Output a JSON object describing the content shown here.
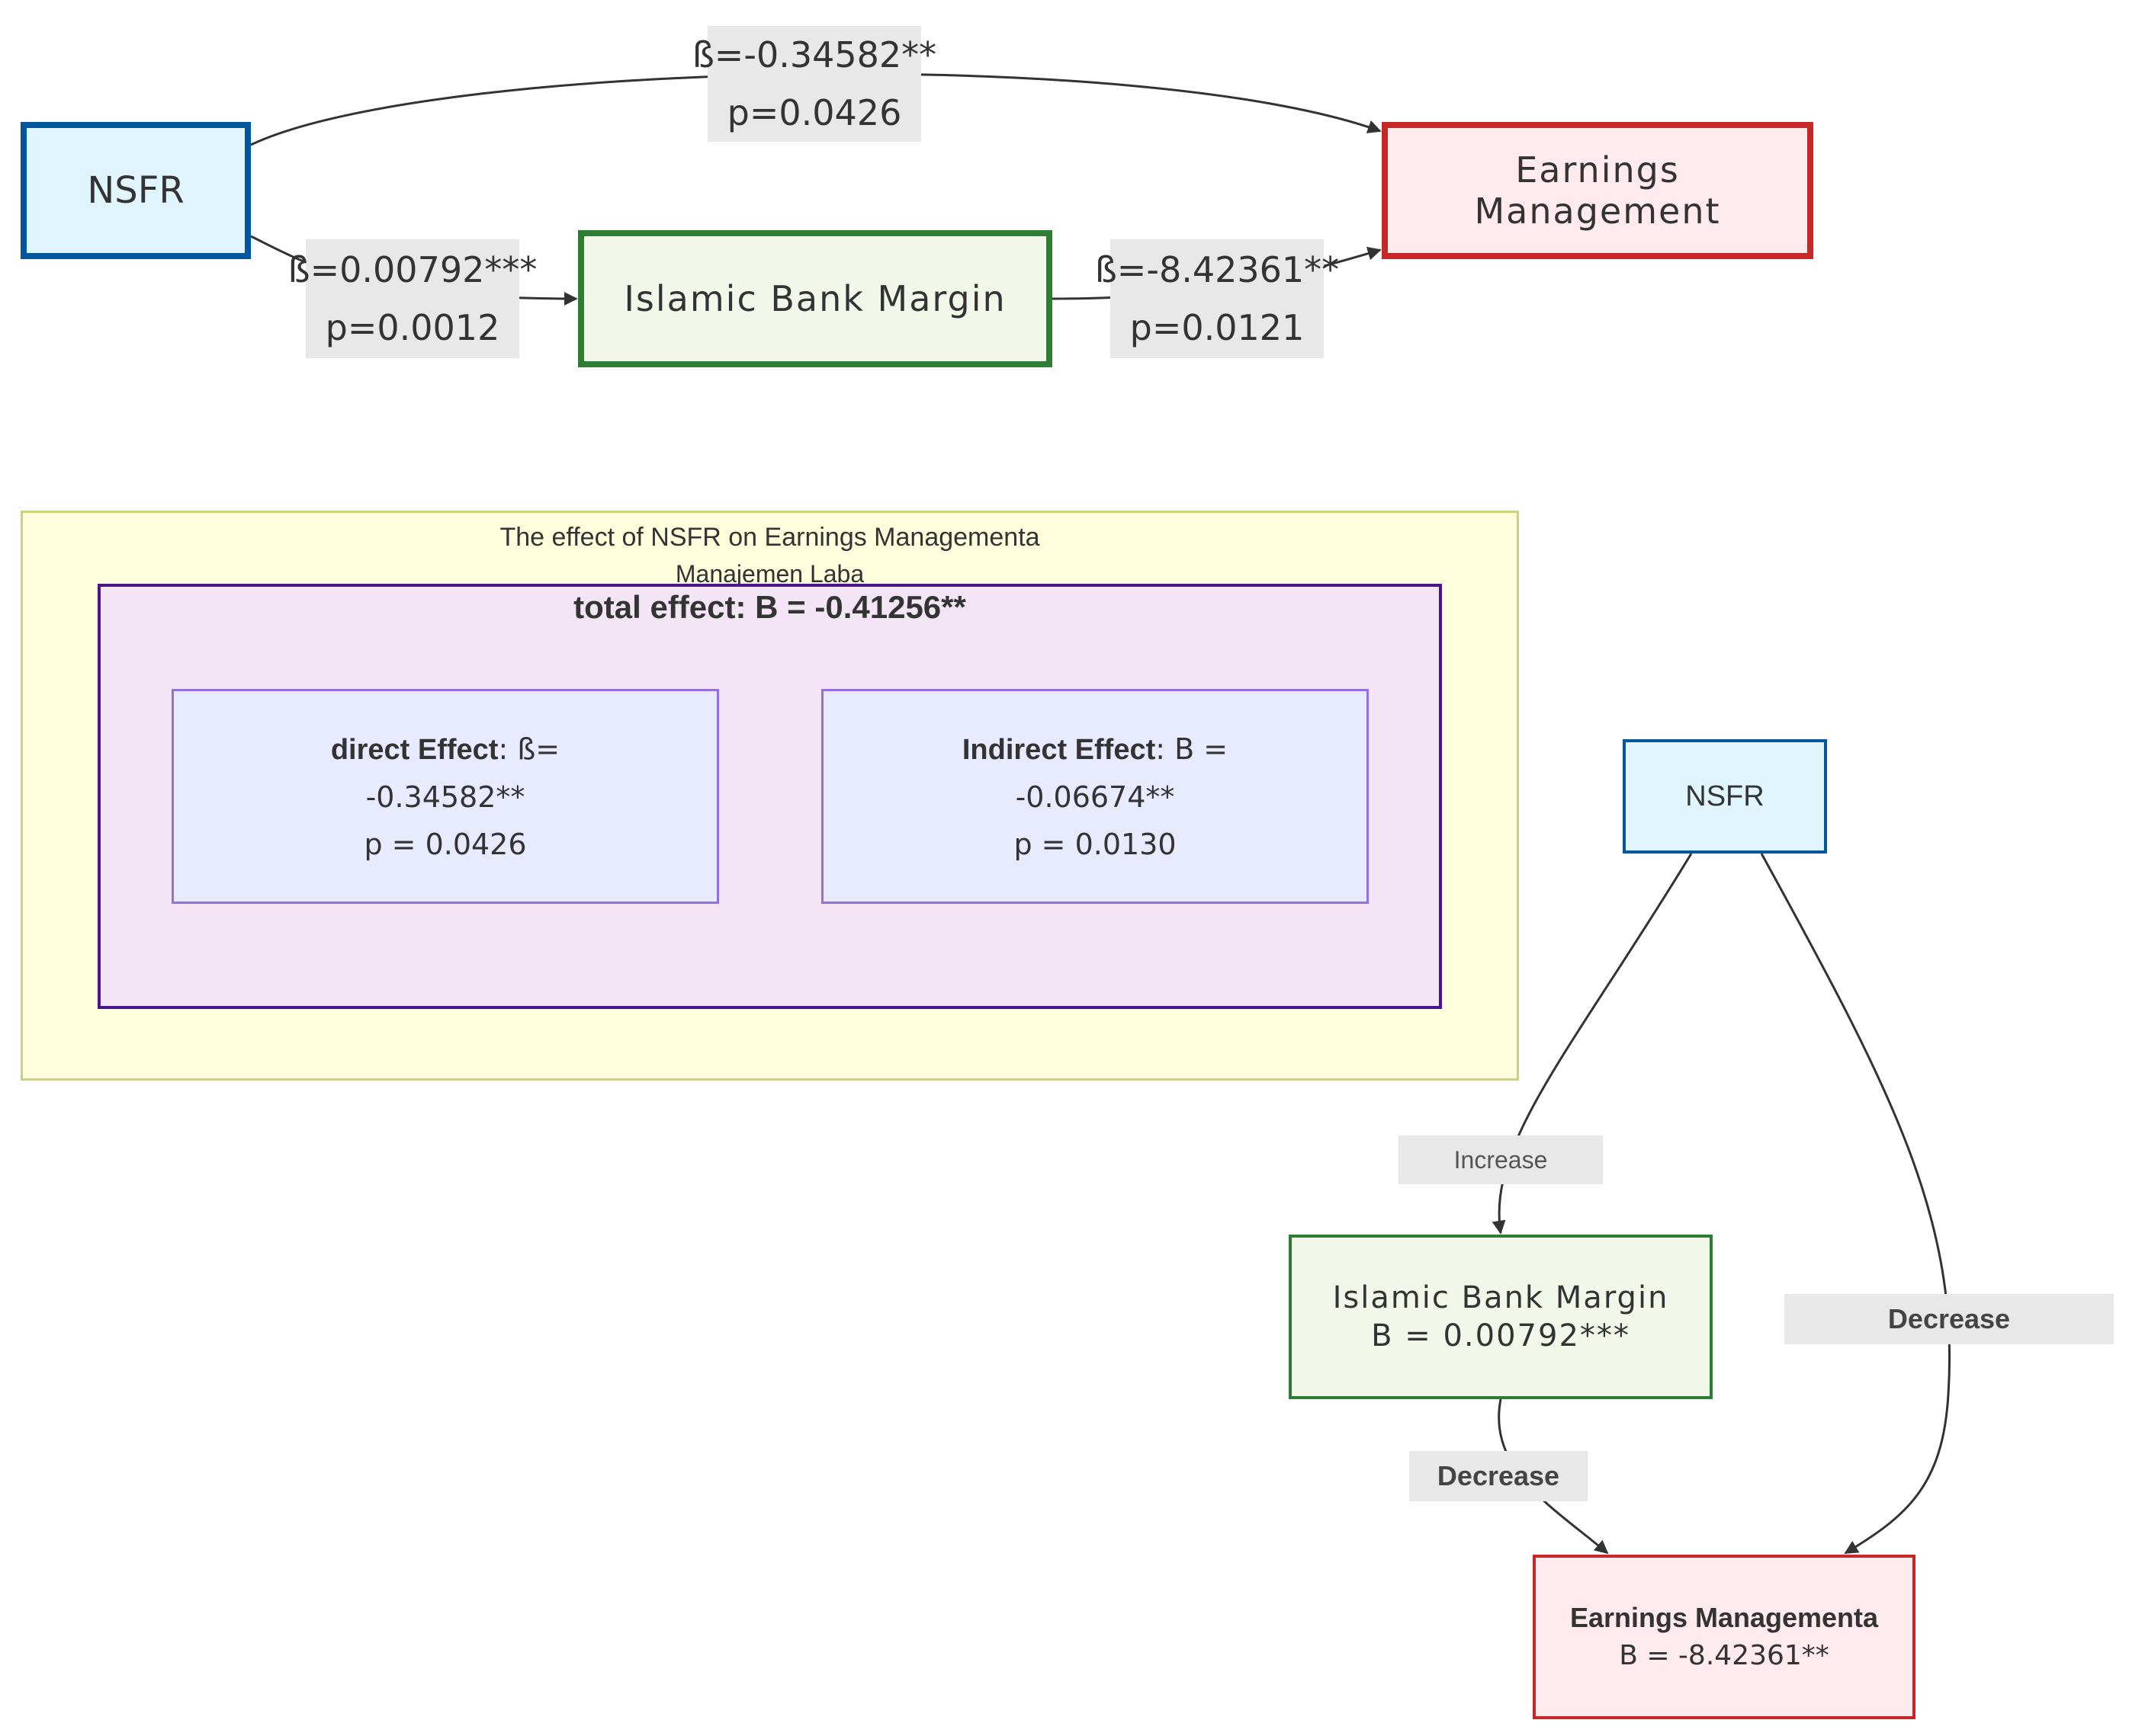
{
  "top_diagram": {
    "nsfr": "NSFR",
    "earnings_management": "Earnings Management",
    "islamic_bank_margin": "Islamic Bank Margin",
    "direct_path": {
      "beta": "ß=-0.34582**",
      "p": "p=0.0426"
    },
    "nsfr_to_margin": {
      "beta": "ß=0.00792***",
      "p": "p=0.0012"
    },
    "margin_to_em": {
      "beta": "ß=-8.42361**",
      "p": "p=0.0121"
    }
  },
  "effect_summary": {
    "title": "The effect of NSFR on Earnings Managementa",
    "ghost_label": "Manajemen Laba",
    "total_effect": "total effect: B = -0.41256**",
    "direct": {
      "label": "direct Effect",
      "beta": ": ß=",
      "value": "-0.34582**",
      "p": "p = 0.0426"
    },
    "indirect": {
      "label": "Indirect Effect",
      "beta": ": B =",
      "value": "-0.06674**",
      "p": "p = 0.0130"
    }
  },
  "bottom_diagram": {
    "nsfr": "NSFR",
    "margin_title": "Islamic Bank Margin",
    "margin_beta": "B = 0.00792***",
    "em_title": "Earnings Managementa",
    "em_beta": "B = -8.42361**",
    "increase": "Increase",
    "decrease_right": "Decrease",
    "decrease_left": "Decrease"
  },
  "colors": {
    "nsfr_fill": "#e1f5fe",
    "nsfr_border": "#01579b",
    "margin_fill": "#f1f8e9",
    "margin_border": "#2e7d32",
    "em_fill": "#ffebee",
    "em_border": "#c62828",
    "summary_fill": "#ffffde",
    "total_fill": "#f3e5f5",
    "total_border": "#4a148c",
    "card_fill": "#e8eaff",
    "card_border": "#9370db"
  }
}
